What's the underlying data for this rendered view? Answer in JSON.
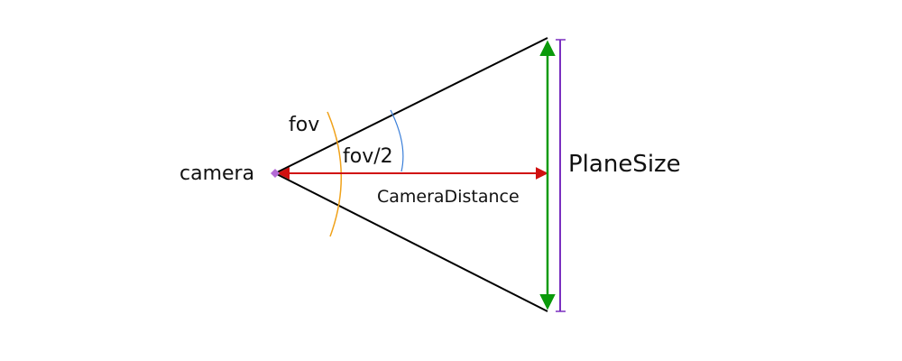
{
  "diagram": {
    "labels": {
      "fov": "fov",
      "half_fov": "fov/2",
      "camera": "camera",
      "camera_distance": "CameraDistance",
      "plane_size": "PlaneSize"
    },
    "colors": {
      "frustum_lines": "#000000",
      "camera_point": "#b36ad6",
      "fov_arc": "#f0a21a",
      "half_fov_arc": "#3b7fd9",
      "distance_arrow": "#d01010",
      "plane_arrow": "#0a9a0a",
      "plane_bracket": "#7a2fc0"
    }
  }
}
